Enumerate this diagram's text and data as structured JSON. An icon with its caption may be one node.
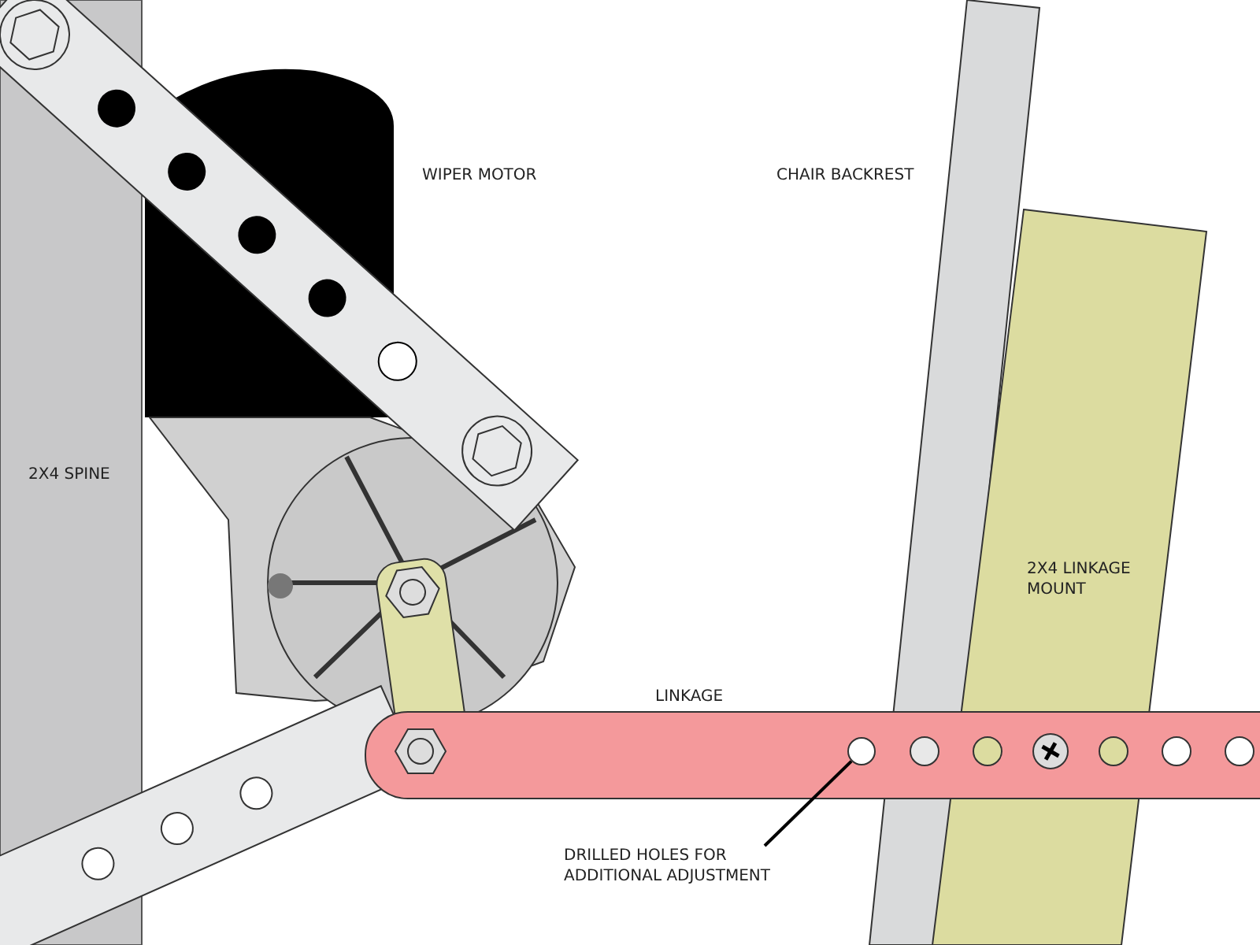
{
  "diagram": {
    "nodes": [
      {
        "text": [
          "DRILLED HOLES FOR ADDITIONAL ADJUSTMENT"
        ]
      },
      {
        "text": [],
        "shape": "circle"
      }
    ],
    "edges": [
      {
        "from": 0,
        "to": 1,
        "arrow": "none"
      }
    ],
    "labels": [
      "WIPER MOTOR",
      "CHAIR BACKREST",
      "2X4 SPINE",
      "2X4 LINKAGE MOUNT",
      "LINKAGE"
    ]
  }
}
